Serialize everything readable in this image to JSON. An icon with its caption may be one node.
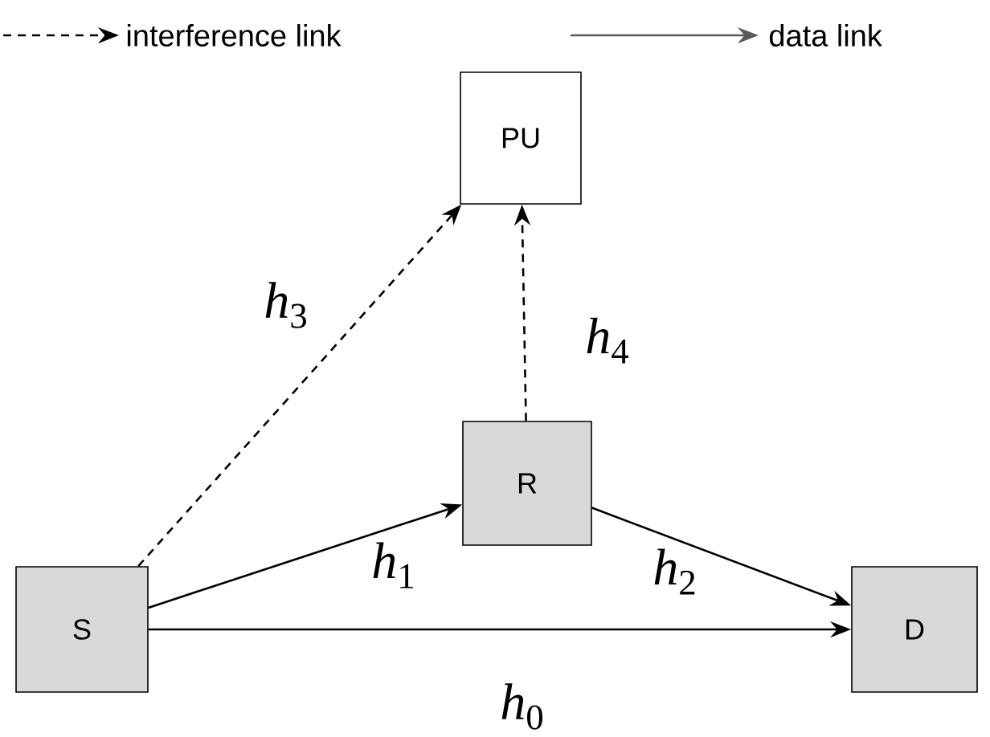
{
  "diagram": {
    "nodes": [
      {
        "text": [
          "PU"
        ]
      },
      {
        "text": [
          "R"
        ]
      },
      {
        "text": [
          "S"
        ]
      },
      {
        "text": [
          "D"
        ]
      }
    ],
    "edges": [
      {
        "from": 2,
        "to": 0,
        "arrow": "to",
        "style": "dashed",
        "label": "*h*$_{3}$"
      },
      {
        "from": 1,
        "to": 0,
        "arrow": "to",
        "style": "dashed",
        "label": "*h*$_{4}$"
      },
      {
        "from": 2,
        "to": 1,
        "arrow": "to",
        "label": "*h*$_{1}$"
      },
      {
        "from": 1,
        "to": 3,
        "arrow": "to",
        "label": "*h*$_{2}$"
      },
      {
        "from": 2,
        "to": 3,
        "arrow": "to",
        "label": "*h*$_{0}$"
      }
    ],
    "legend": [
      {
        "text": "interference link"
      },
      {
        "text": "data link"
      }
    ]
  }
}
